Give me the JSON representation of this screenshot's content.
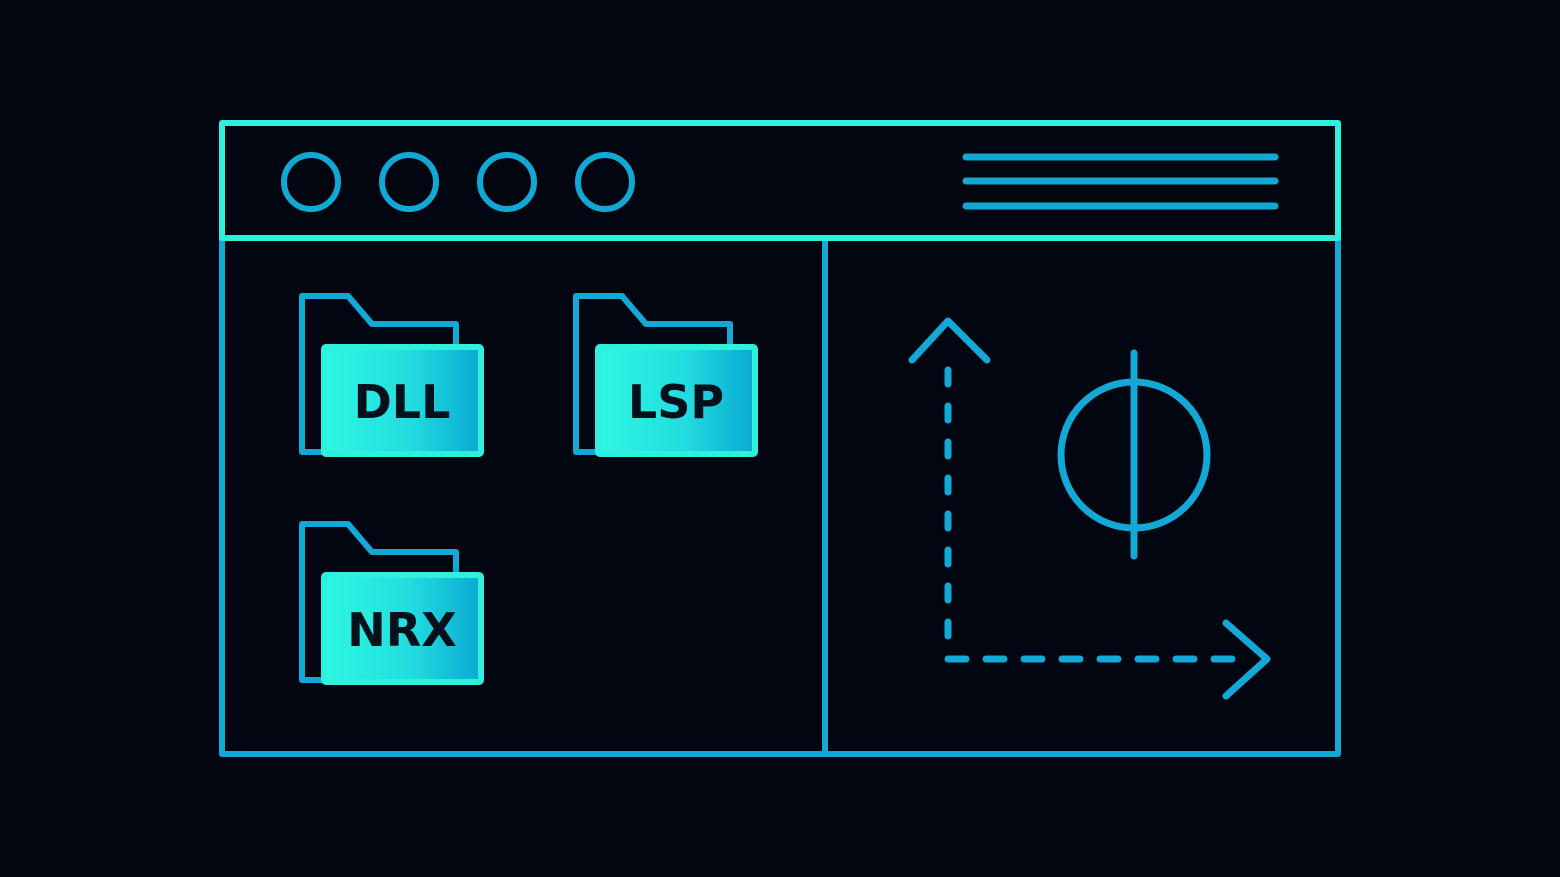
{
  "illustration": {
    "colors": {
      "background": "#020611",
      "title_bar": "#2ef0dc",
      "outline": "#14a8d6",
      "folder_front_light": "#2ef7e2",
      "folder_front_dark": "#0aa8d2",
      "label": "#03111c"
    },
    "window_controls": [
      "circle",
      "circle",
      "circle",
      "circle"
    ],
    "menu_icon": "hamburger-icon",
    "folders": [
      {
        "label": "DLL"
      },
      {
        "label": "LSP"
      },
      {
        "label": "NRX"
      }
    ],
    "right_panel": {
      "symbol": "phi-icon",
      "axes": "dashed-axes-icon"
    }
  }
}
